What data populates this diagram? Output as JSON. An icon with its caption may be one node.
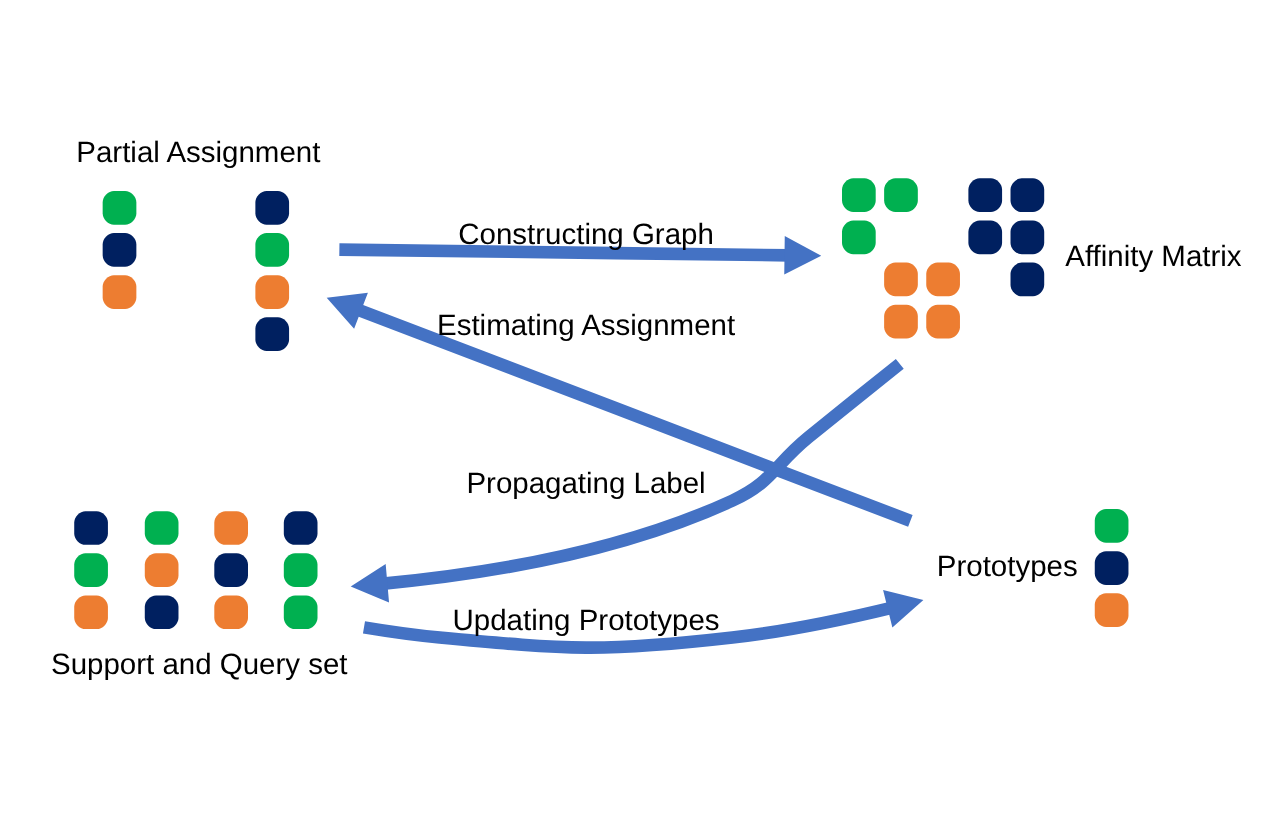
{
  "diagram": {
    "nodes": [
      {
        "text": [
          "Partial Assignment"
        ]
      },
      {
        "text": [
          "Affinity Matrix"
        ]
      },
      {
        "text": [
          "Support and Query set"
        ]
      },
      {
        "text": [
          "Prototypes"
        ]
      }
    ],
    "edges": [
      {
        "from": 0,
        "to": 1,
        "arrow": "to",
        "label": "Constructing Graph"
      },
      {
        "from": 1,
        "to": 2,
        "arrow": "to",
        "label": "Propagating Label"
      },
      {
        "from": 2,
        "to": 3,
        "arrow": "to",
        "label": "Updating Prototypes"
      },
      {
        "from": 3,
        "to": 0,
        "arrow": "to",
        "label": "Estimating Assignment"
      }
    ]
  }
}
